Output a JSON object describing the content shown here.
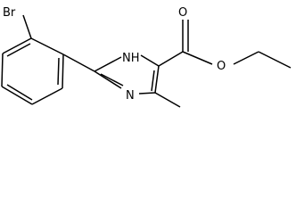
{
  "molecule": {
    "atom_labels": {
      "bromine": "Br",
      "ring_nh": "NH",
      "ring_n": "N",
      "carbonyl_o": "O",
      "ester_o": "O"
    },
    "colors": {
      "bond": "#000000",
      "background": "#ffffff"
    }
  }
}
